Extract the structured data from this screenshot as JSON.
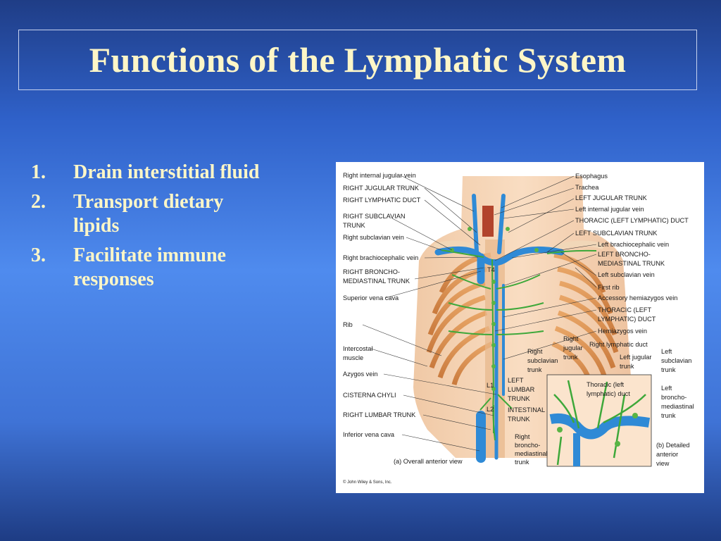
{
  "slide": {
    "title": "Functions of the Lymphatic System"
  },
  "list": [
    {
      "num": "1.",
      "lines": [
        "Drain interstitial fluid"
      ]
    },
    {
      "num": "2.",
      "lines": [
        "Transport dietary",
        "lipids"
      ]
    },
    {
      "num": "3.",
      "lines": [
        "Facilitate immune",
        "responses"
      ]
    }
  ],
  "figure": {
    "left_labels": [
      "Right internal jugular vein",
      "RIGHT JUGULAR TRUNK",
      "RIGHT LYMPHATIC DUCT",
      "RIGHT SUBCLAVIAN",
      "TRUNK",
      "Right subclavian vein",
      "Right brachiocephalic vein",
      "RIGHT BRONCHO-",
      "MEDIASTINAL TRUNK",
      "Superior vena cava",
      "Rib",
      "Intercostal",
      "muscle",
      "Azygos vein",
      "CISTERNA CHYLI",
      "RIGHT LUMBAR TRUNK",
      "Inferior vena cava"
    ],
    "right_labels": [
      "Esophagus",
      "Trachea",
      "LEFT JUGULAR TRUNK",
      "Left internal jugular vein",
      "THORACIC (LEFT LYMPHATIC) DUCT",
      "LEFT SUBCLAVIAN TRUNK",
      "Left brachiocephalic vein",
      "LEFT BRONCHO-",
      "MEDIASTINAL TRUNK",
      "Left subclavian vein",
      "First rib",
      "Accessory hemiazygos vein",
      "THORACIC (LEFT",
      "LYMPHATIC) DUCT",
      "Hemiazygos vein"
    ],
    "inner_labels": [
      "T4",
      "L1",
      "L2",
      "Right",
      "subclavian",
      "trunk",
      "LEFT",
      "LUMBAR",
      "TRUNK",
      "INTESTINAL",
      "TRUNK",
      "Right",
      "broncho-",
      "mediastinal",
      "trunk"
    ],
    "detail_labels": [
      "Right",
      "jugular",
      "trunk",
      "Right lymphatic duct",
      "Left jugular",
      "trunk",
      "Left",
      "subclavian",
      "trunk",
      "Thoracic (left",
      "lymphatic) duct",
      "Left",
      "broncho-",
      "mediastinal",
      "trunk",
      "(b) Detailed",
      "anterior",
      "view"
    ],
    "caption": "(a) Overall anterior view",
    "copyright": "© John Wiley & Sons, Inc."
  }
}
